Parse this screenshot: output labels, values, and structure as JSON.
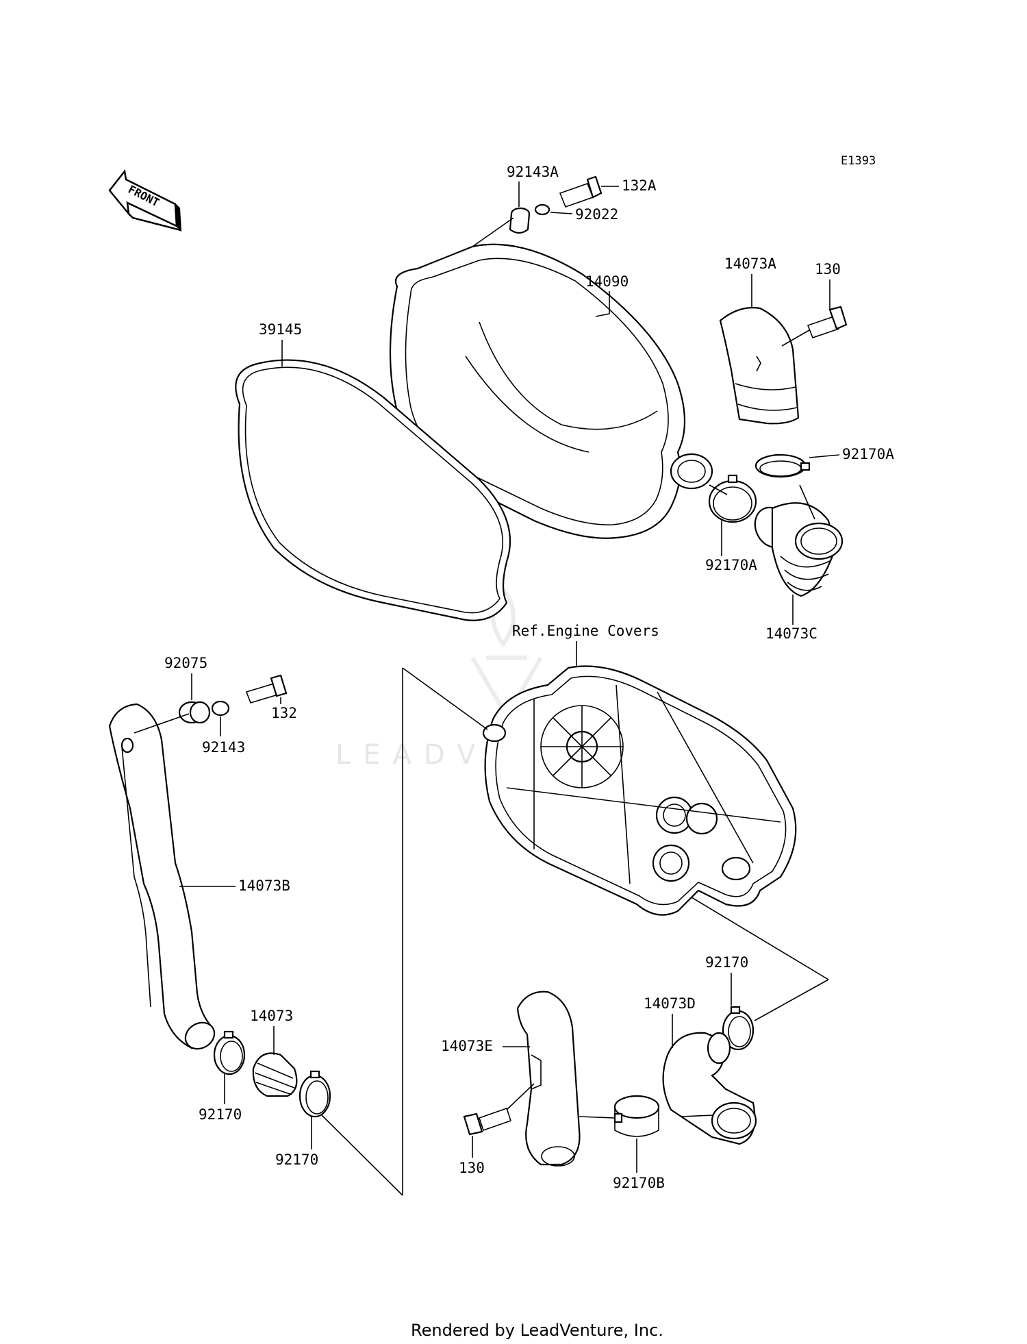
{
  "diagram": {
    "code": "E1393",
    "front_label": "FRONT",
    "reference_note": "Ref.Engine Covers",
    "watermark": "LEADVENTURE",
    "footer": "Rendered by LeadVenture, Inc.",
    "callouts": {
      "p92143A": "92143A",
      "p132A": "132A",
      "p92022": "92022",
      "p14090": "14090",
      "p14073A": "14073A",
      "p130_top": "130",
      "p39145": "39145",
      "p92170A_right": "92170A",
      "p92170A_left": "92170A",
      "p14073C": "14073C",
      "p92075": "92075",
      "p92143": "92143",
      "p132": "132",
      "p14073B": "14073B",
      "p14073": "14073",
      "p92170_a": "92170",
      "p92170_b": "92170",
      "p92170_c": "92170",
      "p14073D": "14073D",
      "p14073E": "14073E",
      "p130_bottom": "130",
      "p92170B": "92170B"
    }
  }
}
